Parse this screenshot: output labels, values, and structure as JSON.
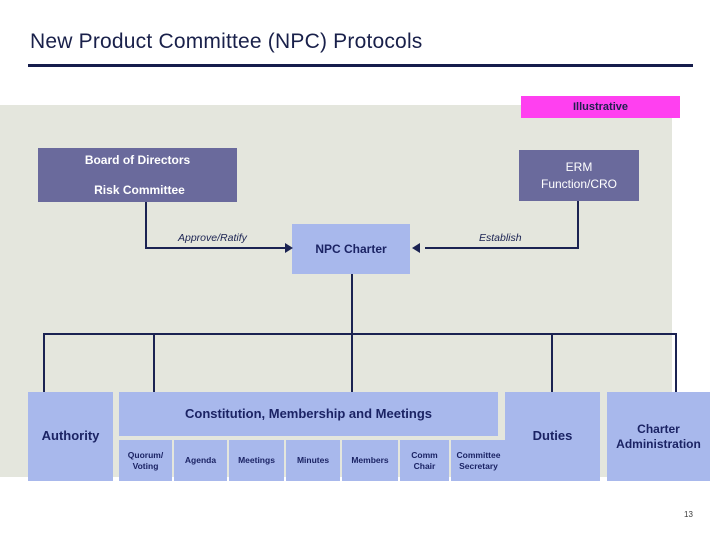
{
  "slide": {
    "title": "New Product Committee (NPC) Protocols",
    "page_number": "13",
    "badge": "Illustrative",
    "colors": {
      "title_text": "#19204a",
      "rule": "#161d4c",
      "canvas_bg": "#e4e6dd",
      "box_purple": "#6a6a9c",
      "box_blue": "#a8b8ec",
      "badge_magenta": "#ff40f0",
      "connector": "#1b2352"
    }
  },
  "diagram": {
    "board_box": {
      "line1": "Board of Directors",
      "line2": "Risk  Committee"
    },
    "erm_box": {
      "line1": "ERM",
      "line2": "Function/CRO"
    },
    "charter_box": {
      "label": "NPC Charter"
    },
    "edges": [
      {
        "label": "Approve/Ratify",
        "from": "board_box",
        "to": "charter_box"
      },
      {
        "label": "Establish",
        "from": "erm_box",
        "to": "charter_box"
      }
    ],
    "bottom_tier": [
      {
        "label": "Authority"
      },
      {
        "label": "Constitution, Membership and Meetings"
      },
      {
        "label": "Duties"
      },
      {
        "label": "Charter Administration",
        "line1": "Charter",
        "line2": "Administration"
      }
    ],
    "constitution_subitems": [
      {
        "line1": "Quorum/",
        "line2": "Voting"
      },
      {
        "line1": "Agenda",
        "line2": ""
      },
      {
        "line1": "Meetings",
        "line2": ""
      },
      {
        "line1": "Minutes",
        "line2": ""
      },
      {
        "line1": "Members",
        "line2": ""
      },
      {
        "line1": "Comm",
        "line2": "Chair"
      },
      {
        "line1": "Committee",
        "line2": "Secretary"
      }
    ]
  }
}
